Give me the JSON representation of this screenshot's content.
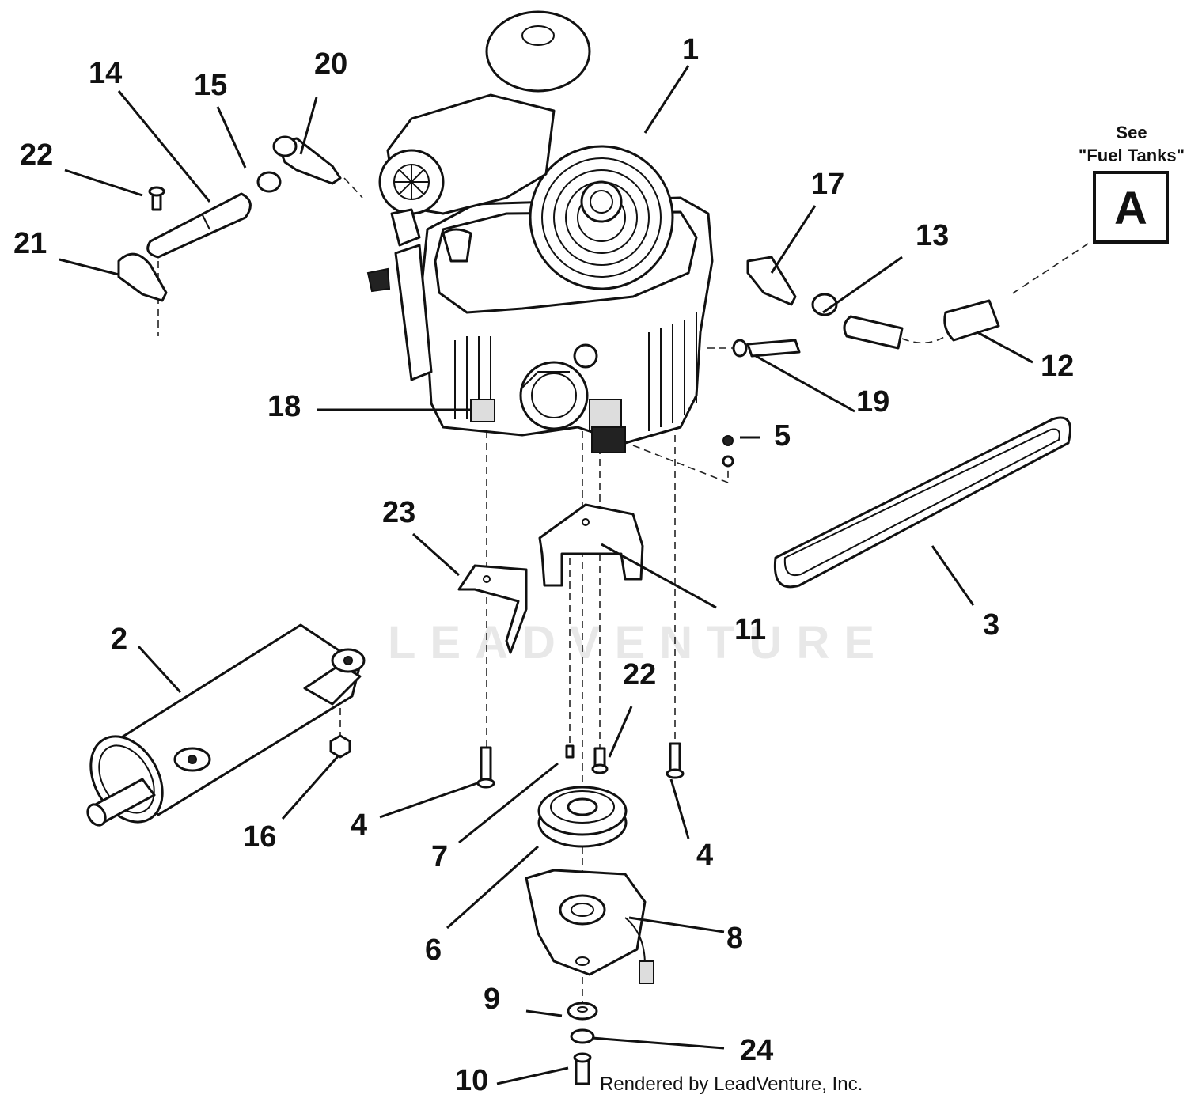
{
  "callouts": [
    "1",
    "2",
    "3",
    "4",
    "4",
    "5",
    "6",
    "7",
    "8",
    "9",
    "10",
    "11",
    "12",
    "13",
    "14",
    "15",
    "16",
    "17",
    "18",
    "19",
    "20",
    "21",
    "22",
    "22",
    "23",
    "24"
  ],
  "reference": {
    "see_label": "See",
    "target_label": "\"Fuel Tanks\"",
    "letter": "A"
  },
  "watermark": "LEADVENTURE",
  "credit": "Rendered by LeadVenture, Inc."
}
